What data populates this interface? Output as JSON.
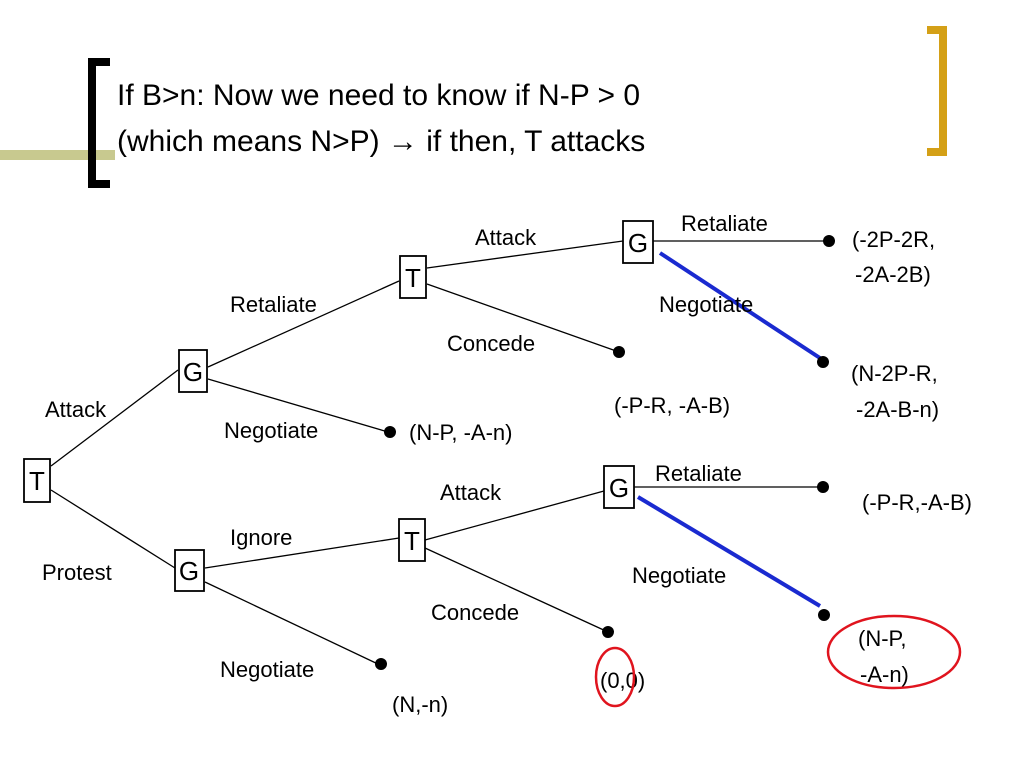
{
  "slide": {
    "title_line_1": "If B>n: Now we need to know if N-P > 0",
    "title_line_2": "(which means N>P) → if then, T attacks",
    "colors": {
      "accent_bar": "#c8c98f",
      "bracket_left": "#000000",
      "bracket_right": "#d4a017",
      "highlight_line": "#1a2ad0",
      "circle": "#e0141e"
    }
  },
  "tree": {
    "nodes": {
      "root": "T",
      "g_attack": "G",
      "g_protest": "G",
      "t_upper": "T",
      "t_lower": "T",
      "g_upper": "G",
      "g_lower": "G"
    },
    "edges": {
      "root_attack": "Attack",
      "root_protest": "Protest",
      "g1_retaliate": "Retaliate",
      "g1_negotiate": "Negotiate",
      "g2_ignore": "Ignore",
      "g2_negotiate": "Negotiate",
      "t1_attack": "Attack",
      "t1_concede": "Concede",
      "t2_attack": "Attack",
      "t2_concede": "Concede",
      "g3_retaliate": "Retaliate",
      "g3_negotiate": "Negotiate",
      "g4_retaliate": "Retaliate",
      "g4_negotiate": "Negotiate"
    },
    "payoffs": {
      "upper_retaliate_line1": "(-2P-2R,",
      "upper_retaliate_line2": "-2A-2B)",
      "upper_negotiate_line1": "(N-2P-R,",
      "upper_negotiate_line2": "-2A-B-n)",
      "t1_concede": "(-P-R, -A-B)",
      "g1_negotiate": "(N-P, -A-n)",
      "lower_retaliate": "(-P-R,-A-B)",
      "lower_negotiate_line1": "(N-P,",
      "lower_negotiate_line2": "-A-n)",
      "t2_concede": "(0,0)",
      "g2_negotiate": "(N,-n)"
    }
  }
}
